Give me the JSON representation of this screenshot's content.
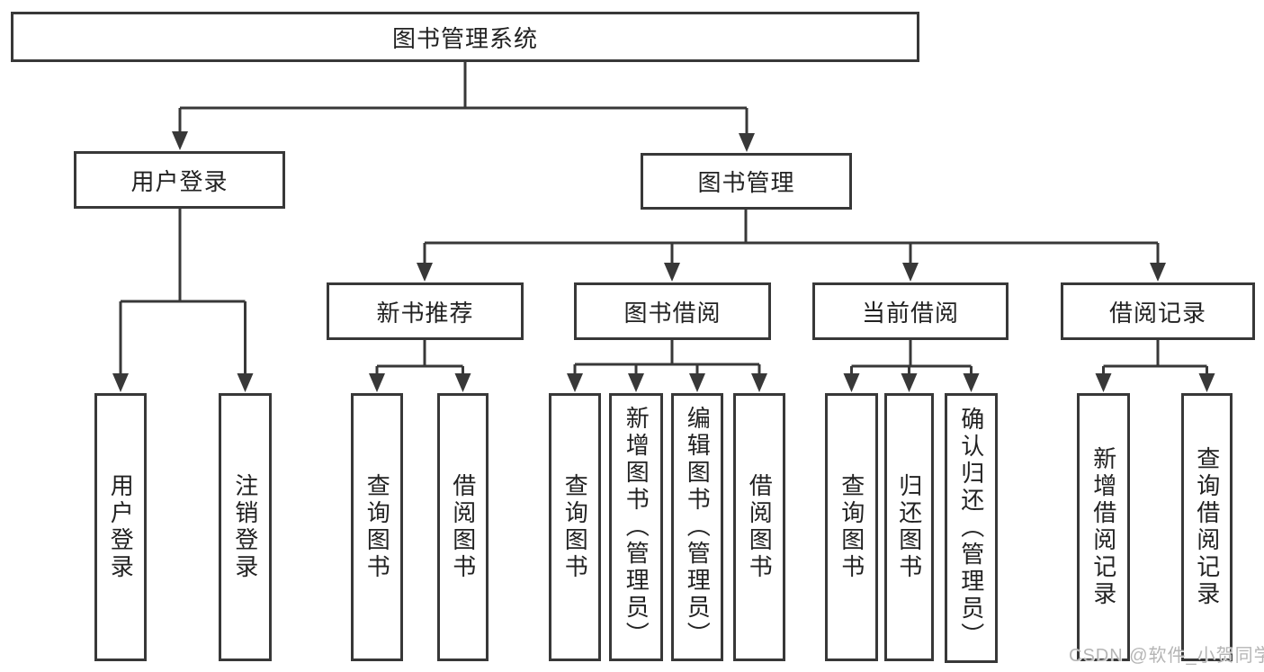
{
  "diagram": {
    "root": {
      "label": "图书管理系统"
    },
    "level1": [
      {
        "label": "用户登录"
      },
      {
        "label": "图书管理"
      }
    ],
    "level2": [
      {
        "label": "新书推荐"
      },
      {
        "label": "图书借阅"
      },
      {
        "label": "当前借阅"
      },
      {
        "label": "借阅记录"
      }
    ],
    "leaves": {
      "user_login": [
        {
          "label": "用户登录"
        },
        {
          "label": "注销登录"
        }
      ],
      "new_book": [
        {
          "label": "查询图书"
        },
        {
          "label": "借阅图书"
        }
      ],
      "book_borrow": [
        {
          "label": "查询图书"
        },
        {
          "label": "新增图书（管理员）"
        },
        {
          "label": "编辑图书（管理员）"
        },
        {
          "label": "借阅图书"
        }
      ],
      "current_borrow": [
        {
          "label": "查询图书"
        },
        {
          "label": "归还图书"
        },
        {
          "label": "确认归还（管理员）"
        }
      ],
      "borrow_records": [
        {
          "label": "新增借阅记录"
        },
        {
          "label": "查询借阅记录"
        }
      ]
    }
  },
  "watermark": {
    "text": "CSDN @软件_小贺同学"
  },
  "colors": {
    "line": "#383838",
    "text": "#222222",
    "background": "#ffffff",
    "watermark": "#b5b5b5"
  }
}
